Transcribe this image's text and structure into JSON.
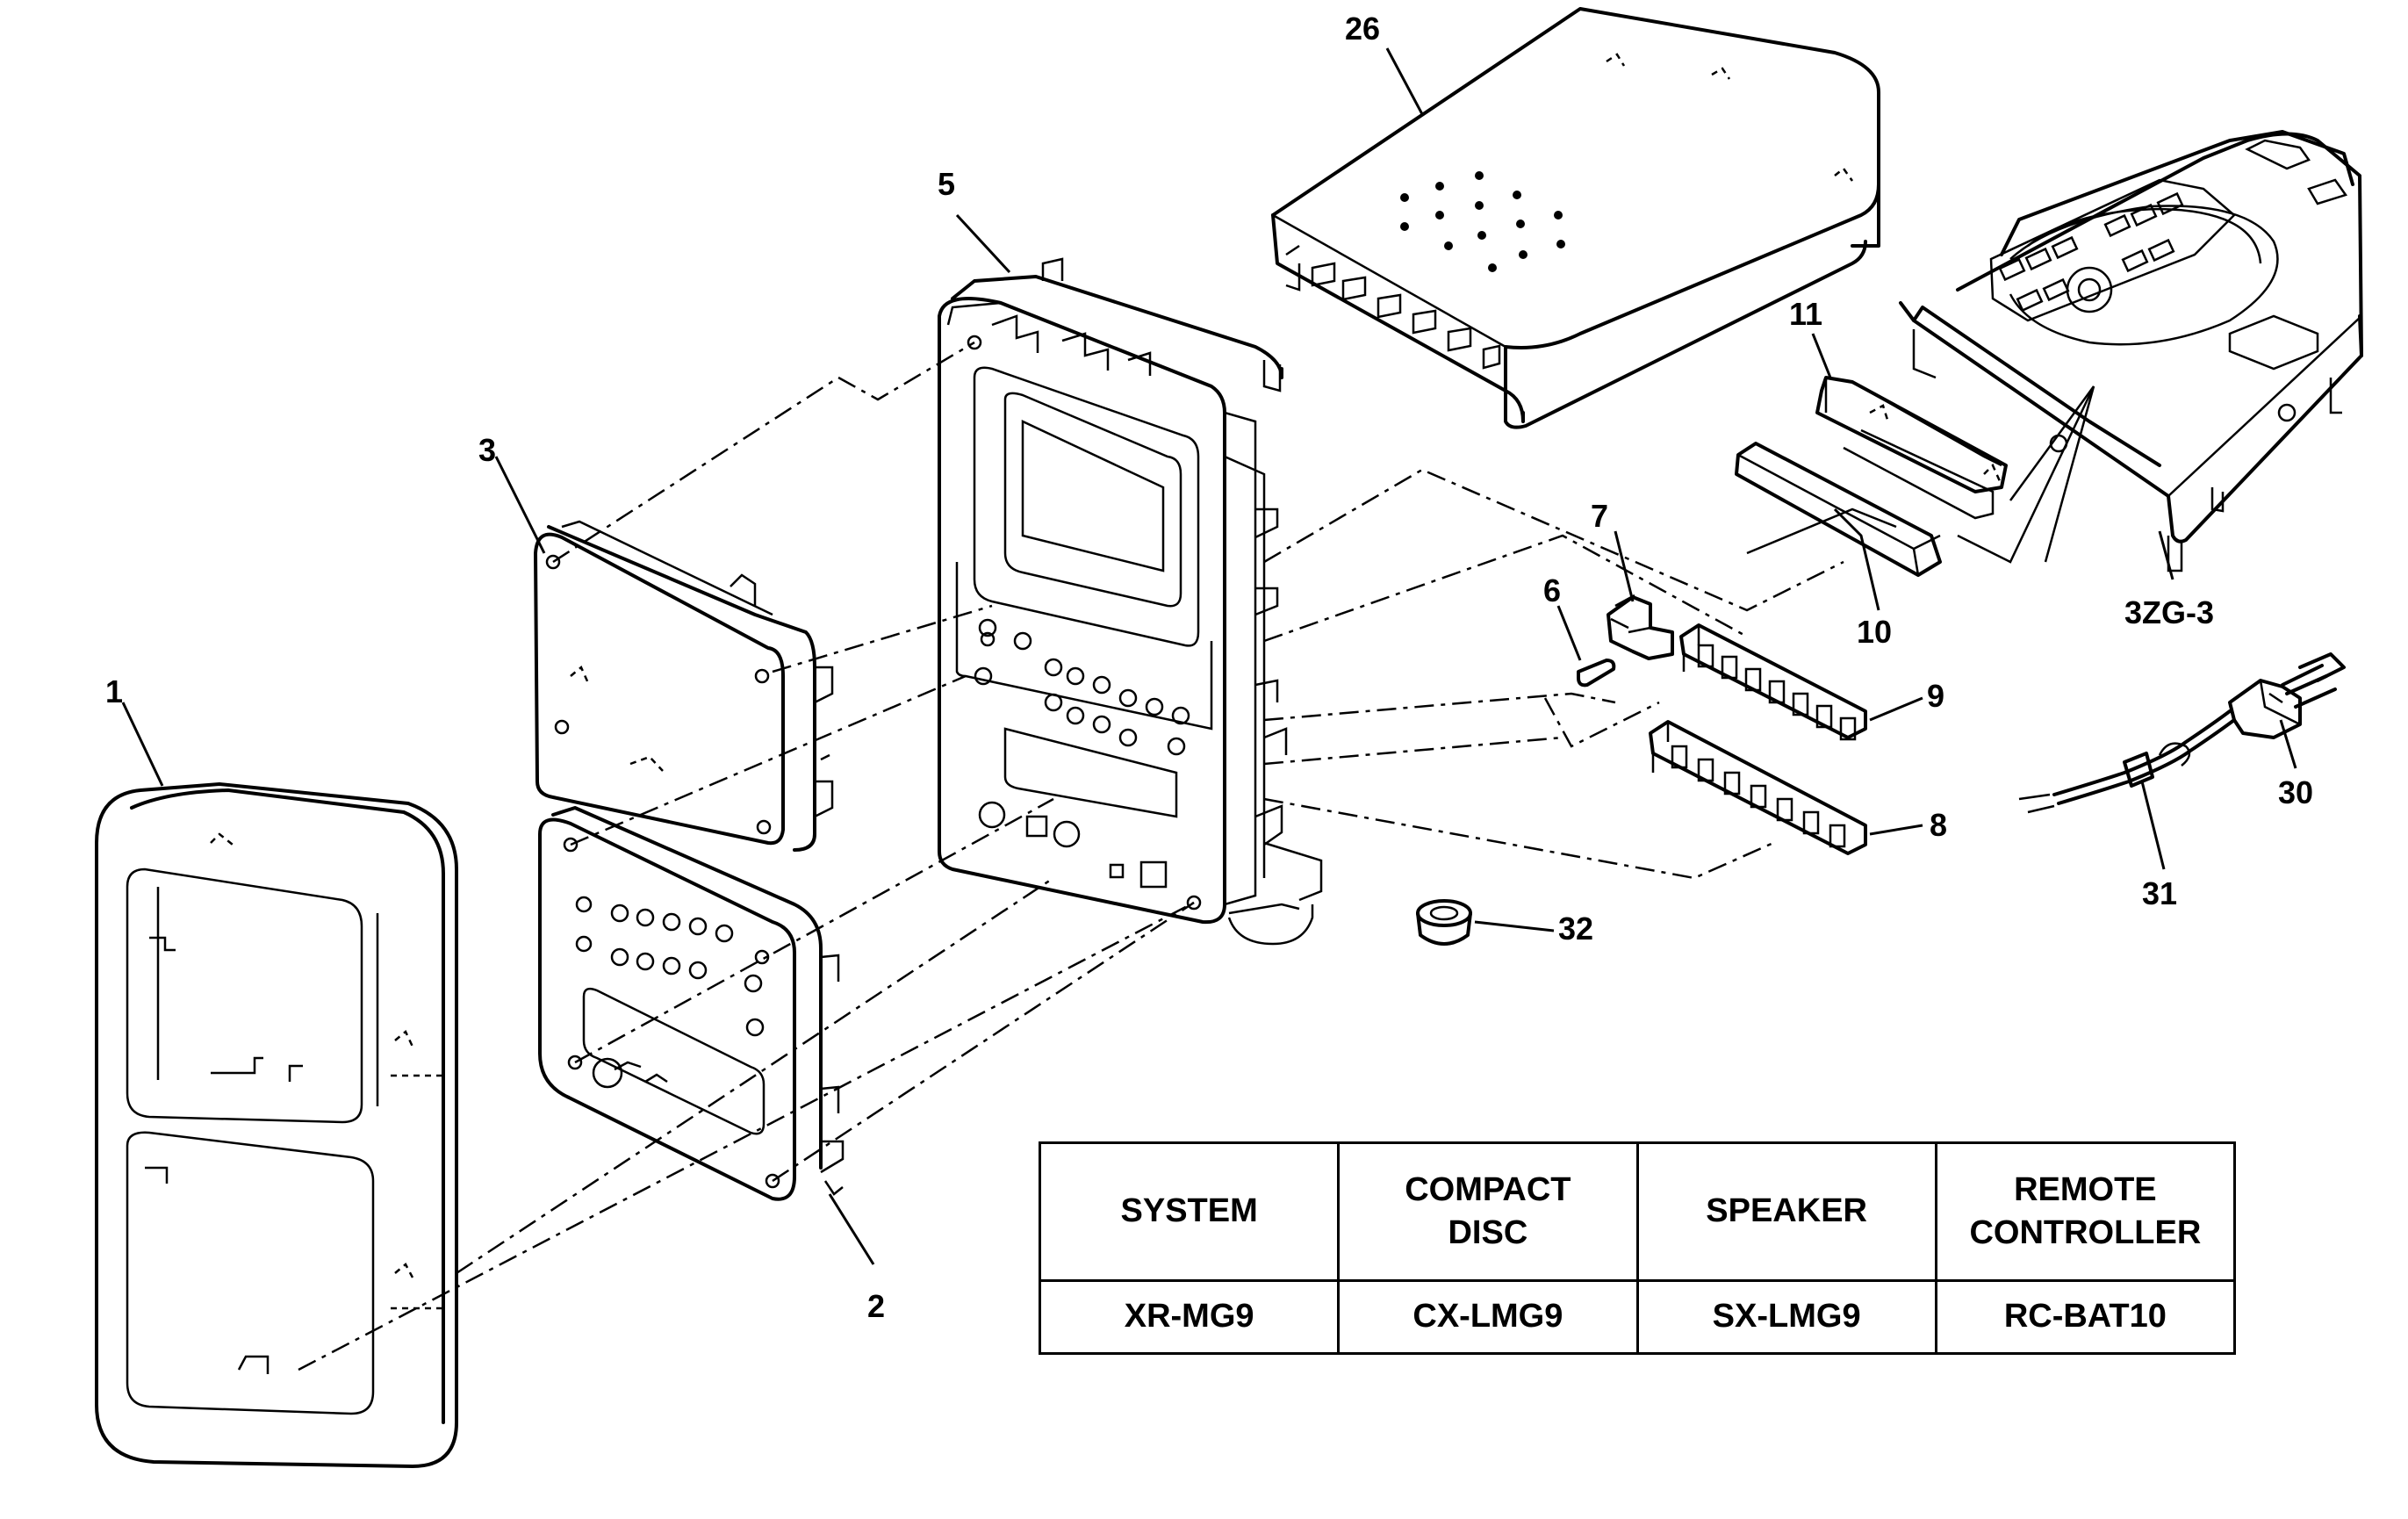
{
  "part_labels": {
    "p1": "1",
    "p2": "2",
    "p3": "3",
    "p5": "5",
    "p6": "6",
    "p7": "7",
    "p8": "8",
    "p9": "9",
    "p10": "10",
    "p11": "11",
    "p26": "26",
    "p3zg3": "3ZG-3",
    "p30": "30",
    "p31": "31",
    "p32": "32"
  },
  "model_table": {
    "headers": [
      "SYSTEM",
      "COMPACT\nDISC",
      "SPEAKER",
      "REMOTE\nCONTROLLER"
    ],
    "values": [
      "XR-MG9",
      "CX-LMG9",
      "SX-LMG9",
      "RC-BAT10"
    ]
  }
}
